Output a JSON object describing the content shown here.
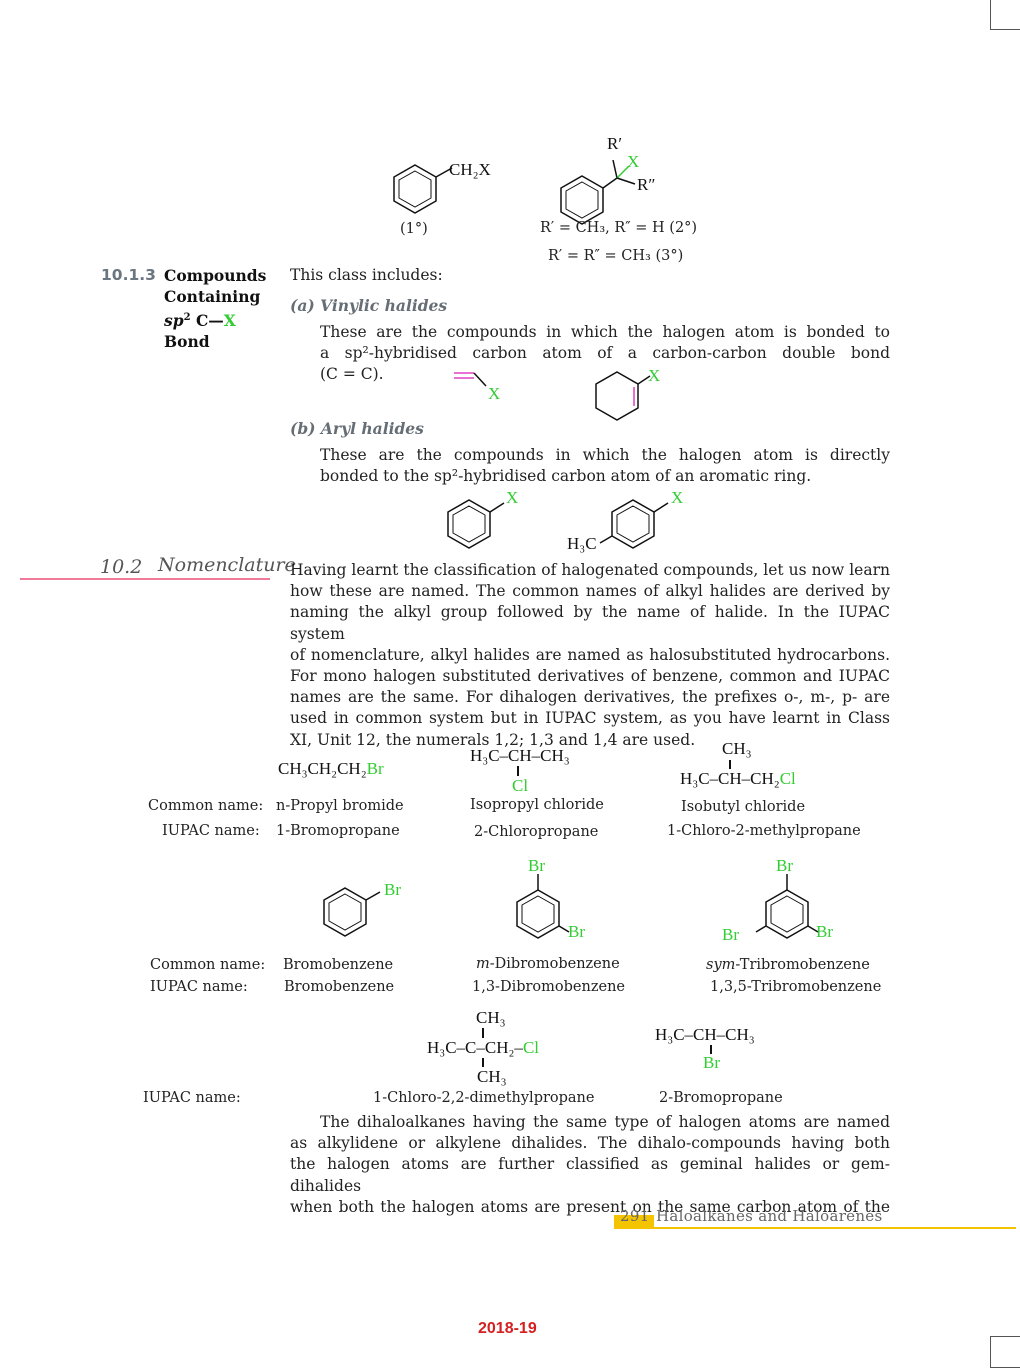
{
  "top_structures": {
    "primary_group": "CH₂X",
    "primary_label": "(1°)",
    "secondary_r1": "R′",
    "secondary_x": "X",
    "secondary_r2": "R″",
    "secondary_label_1": "R′ = CH₃, R″ = H (2°)",
    "secondary_label_2": "R′ = R″ = CH₃ (3°)"
  },
  "section_10_1_3": {
    "number": "10.1.3",
    "title_line1": "Compounds",
    "title_line2": "Containing",
    "title_line3_sp": "sp",
    "title_line3_rest": "C—",
    "title_line3_x": "X",
    "title_line4": "Bond",
    "intro": "This class includes:",
    "vinylic_head": "(a) Vinylic  halides",
    "vinylic_text_1": "These are the compounds in which the halogen atom is bonded to",
    "vinylic_text_2": "a sp²-hybridised carbon atom of a carbon-carbon double bond",
    "vinylic_text_3": "(C = C).",
    "vinylic_x1": "X",
    "vinylic_x2": "X",
    "aryl_head": "(b) Aryl  halides",
    "aryl_text_1": "These are the compounds in which the halogen atom is directly",
    "aryl_text_2": "bonded to the sp²-hybridised carbon atom of an aromatic ring.",
    "aryl_x1": "X",
    "aryl_x2": "X",
    "aryl_h3c": "H₃C"
  },
  "section_10_2": {
    "number": "10.2",
    "title": "Nomenclature",
    "paragraph": [
      "Having learnt the classification of halogenated compounds, let us now learn",
      "how these are named. The common names of alkyl halides are derived by",
      "naming the alkyl group followed by the name of halide. In the IUPAC system",
      "of nomenclature, alkyl halides are named as halosubstituted hydrocarbons.",
      "For mono halogen substituted derivatives of benzene, common and IUPAC",
      "names are the same. For dihalogen derivatives, the  prefixes o-, m-, p- are",
      "used in common system but in IUPAC system, as you have learnt in Class",
      "XI, Unit 12, the numerals 1,2; 1,3 and 1,4 are used."
    ]
  },
  "examples_row1": {
    "common_label": "Common name:",
    "iupac_label": "IUPAC name:",
    "c1_formula_black": "CH₃CH₂CH₂",
    "c1_formula_green": "Br",
    "c1_common": "n-Propyl bromide",
    "c1_iupac": "1-Bromopropane",
    "c2_formula": "H₃C–CH–CH₃",
    "c2_sub": "Cl",
    "c2_common": "Isopropyl chloride",
    "c2_iupac": "2-Chloropropane",
    "c3_top": "CH₃",
    "c3_formula_black": "H₃C–CH–CH₂",
    "c3_formula_green": "Cl",
    "c3_common": "Isobutyl chloride",
    "c3_iupac": "1-Chloro-2-methylpropane"
  },
  "examples_row2": {
    "common_label": "Common name:",
    "iupac_label": "IUPAC name:",
    "b1_br": "Br",
    "b1_common": "Bromobenzene",
    "b1_iupac": "Bromobenzene",
    "b2_br_top": "Br",
    "b2_br_right": "Br",
    "b2_common_prefix": "m",
    "b2_common_rest": "-Dibromobenzene",
    "b2_iupac": "1,3-Dibromobenzene",
    "b3_br_top": "Br",
    "b3_br_left": "Br",
    "b3_br_right": "Br",
    "b3_common_prefix": "sym",
    "b3_common_rest": "-Tribromobenzene",
    "b3_iupac": "1,3,5-Tribromobenzene"
  },
  "examples_row3": {
    "iupac_label": "IUPAC name:",
    "d1_top": "CH₃",
    "d1_main_black": "H₃C–C–CH₂–",
    "d1_main_green": "Cl",
    "d1_bottom": "CH₃",
    "d1_name": "1-Chloro-2,2-dimethylpropane",
    "d2_main": "H₃C–CH–CH₃",
    "d2_sub": "Br",
    "d2_name": "2-Bromopropane"
  },
  "closing_paragraph": [
    "The dihaloalkanes having the same type of halogen atoms are named",
    "as alkylidene or alkylene dihalides. The dihalo-compounds having both",
    "the halogen atoms are further classified as geminal halides or gem-dihalides",
    "when both the halogen atoms are present on the same carbon atom of the"
  ],
  "footer": {
    "page_number": "291",
    "running_title": "Haloalkanes and Haloarenes",
    "year": "2018-19"
  },
  "colors": {
    "halogen_green": "#33cc33",
    "nomenclature_rule": "#f07a9a",
    "footer_tab": "#f5c400",
    "double_bond_magenta": "#e040c0"
  }
}
